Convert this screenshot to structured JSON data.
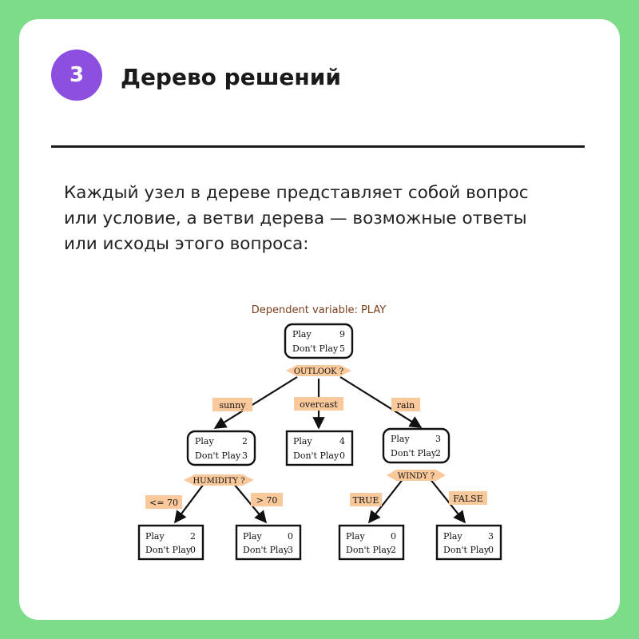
{
  "header": {
    "step_number": "3",
    "title": "Дерево решений"
  },
  "description": {
    "lines": [
      "Каждый узел в дереве представляет собой вопрос",
      "или условие, а ветви дерева — возможные ответы",
      "или исходы этого вопроса:"
    ]
  },
  "tree": {
    "dependent_variable": "Dependent variable: PLAY",
    "nodes": {
      "root": {
        "row1_label": "Play",
        "row1_value": "9",
        "row2_label": "Don't Play",
        "row2_value": "5",
        "question": "OUTLOOK ?"
      },
      "sunny": {
        "row1_label": "Play",
        "row1_value": "2",
        "row2_label": "Don't Play",
        "row2_value": "3",
        "question": "HUMIDITY ?"
      },
      "overcast": {
        "row1_label": "Play",
        "row1_value": "4",
        "row2_label": "Don't Play",
        "row2_value": "0"
      },
      "rain": {
        "row1_label": "Play",
        "row1_value": "3",
        "row2_label": "Don't Play",
        "row2_value": "2",
        "question": "WINDY ?"
      },
      "humidity_low": {
        "row1_label": "Play",
        "row1_value": "2",
        "row2_label": "Don't Play",
        "row2_value": "0"
      },
      "humidity_high": {
        "row1_label": "Play",
        "row1_value": "0",
        "row2_label": "Don't Play",
        "row2_value": "3"
      },
      "windy_true": {
        "row1_label": "Play",
        "row1_value": "0",
        "row2_label": "Don't Play",
        "row2_value": "2"
      },
      "windy_false": {
        "row1_label": "Play",
        "row1_value": "3",
        "row2_label": "Don't Play",
        "row2_value": "0"
      }
    },
    "edges": {
      "sunny": "sunny",
      "overcast": "overcast",
      "rain": "rain",
      "humidity_low": "<= 70",
      "humidity_high": "> 70",
      "windy_true": "TRUE",
      "windy_false": "FALSE"
    }
  },
  "colors": {
    "background": "#7ddc8a",
    "card": "#ffffff",
    "badge": "#8d4fe0",
    "edge_label": "#f9c89b",
    "dependent_variable_text": "#7a3e1c"
  }
}
